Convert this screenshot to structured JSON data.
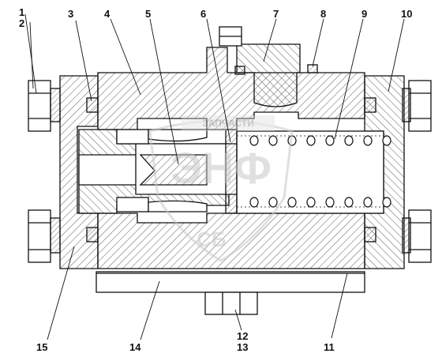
{
  "callouts": {
    "c1": "1",
    "c2": "2",
    "c3": "3",
    "c4": "4",
    "c5": "5",
    "c6": "6",
    "c7": "7",
    "c8": "8",
    "c9": "9",
    "c10": "10",
    "c11": "11",
    "c12": "12",
    "c13": "13",
    "c14": "14",
    "c15": "15"
  },
  "watermark": {
    "text": "ЭНФ",
    "banner": "ЗАПЧАСТИ",
    "lower": "СБ"
  },
  "colors": {
    "line": "#111111",
    "hatch": "#333333",
    "watermark": "#c8c8c8"
  }
}
